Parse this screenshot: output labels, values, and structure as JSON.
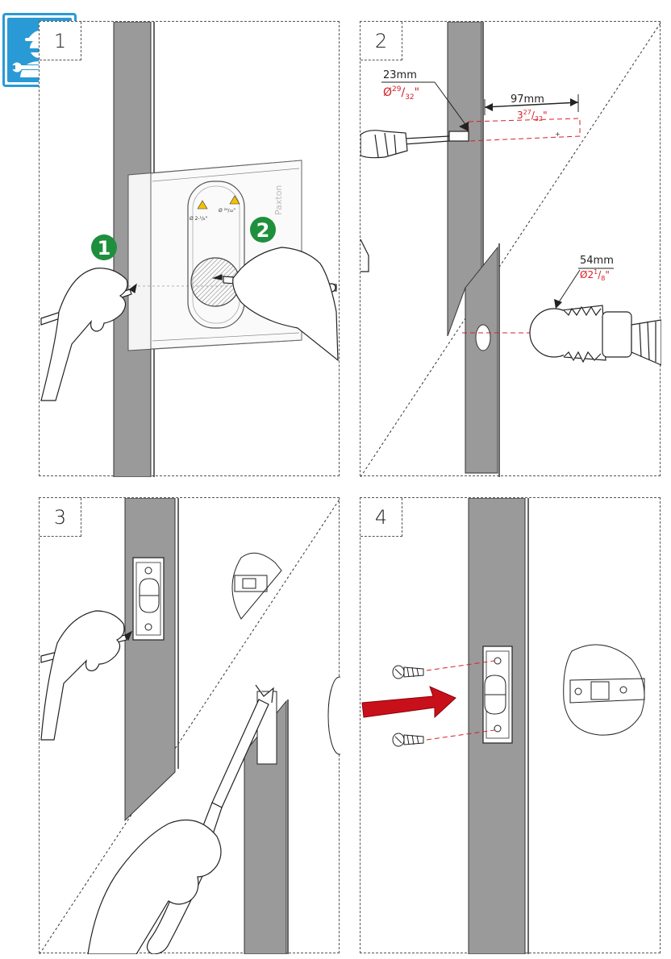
{
  "colors": {
    "accent_blue": "#2a9ad6",
    "step_green": "#1e8f3c",
    "dimension_red": "#d6202a",
    "arrow_red": "#c8101b",
    "frame_grey": "#9a9a9a",
    "line": "#222222"
  },
  "badge": {
    "icon": "installer-wrench-icon"
  },
  "panels": [
    {
      "step": "1",
      "markers": [
        "1",
        "2"
      ],
      "template_brand": "Paxton",
      "template_labels": [
        "Ø 2-¹/₈\"",
        "Ø ²⁹/₃₂\""
      ]
    },
    {
      "step": "2",
      "drill_small": {
        "mm": "23mm",
        "inch_prefix": "Ø",
        "inch_sup": "29",
        "inch_sub": "32",
        "inch_suffix": "\""
      },
      "backset": {
        "mm": "97mm",
        "inch_whole": "3",
        "inch_sup": "27",
        "inch_sub": "32",
        "inch_suffix": "\""
      },
      "drill_large": {
        "mm": "54mm",
        "inch_prefix": "Ø2",
        "inch_sup": "1",
        "inch_sub": "8",
        "inch_suffix": "\""
      }
    },
    {
      "step": "3"
    },
    {
      "step": "4"
    }
  ]
}
